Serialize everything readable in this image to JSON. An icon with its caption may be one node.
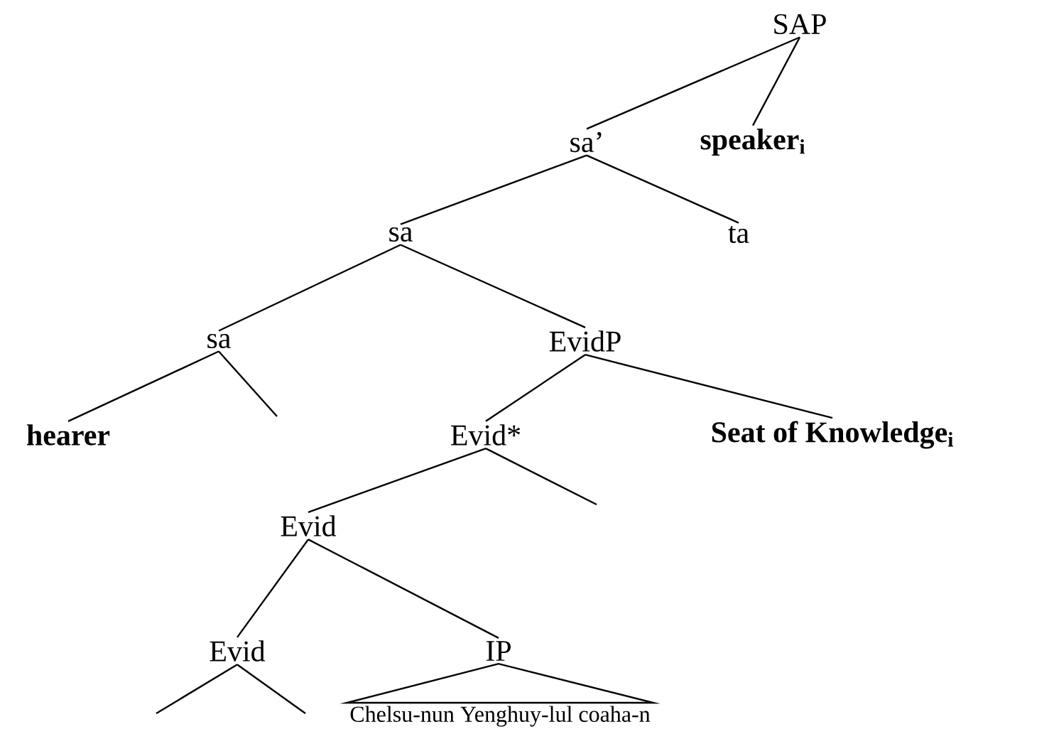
{
  "diagram": {
    "nodes": [
      {
        "text": [
          "SAP"
        ]
      },
      {
        "text": [
          "sa’"
        ]
      },
      {
        "text": [
          "speaker$_{i}$"
        ]
      },
      {
        "text": [
          "sa"
        ]
      },
      {
        "text": [
          "ta"
        ]
      },
      {
        "text": [
          "sa"
        ]
      },
      {
        "text": [
          "EvidP"
        ]
      },
      {
        "text": [
          "hearer"
        ]
      },
      {
        "text": [
          "Evid*"
        ]
      },
      {
        "text": [
          "Seat of Knowledge$_{i}$"
        ]
      },
      {
        "text": [
          "Evid"
        ]
      },
      {
        "text": [
          "Evid"
        ]
      },
      {
        "text": [
          "IP"
        ]
      },
      {
        "text": [
          "Chelsu-nun Yenghuy-lul coaha-n"
        ]
      }
    ],
    "edges": [
      {
        "from": 0,
        "to": 1,
        "arrow": "none"
      },
      {
        "from": 0,
        "to": 2,
        "arrow": "none"
      },
      {
        "from": 1,
        "to": 3,
        "arrow": "none"
      },
      {
        "from": 1,
        "to": 4,
        "arrow": "none"
      },
      {
        "from": 3,
        "to": 5,
        "arrow": "none"
      },
      {
        "from": 3,
        "to": 6,
        "arrow": "none"
      },
      {
        "from": 5,
        "to": 7,
        "arrow": "none"
      },
      {
        "from": 5,
        "to": null,
        "arrow": "none"
      },
      {
        "from": 6,
        "to": 8,
        "arrow": "none"
      },
      {
        "from": 6,
        "to": 9,
        "arrow": "none"
      },
      {
        "from": 8,
        "to": 10,
        "arrow": "none"
      },
      {
        "from": 8,
        "to": null,
        "arrow": "none"
      },
      {
        "from": 10,
        "to": 11,
        "arrow": "none"
      },
      {
        "from": 10,
        "to": 12,
        "arrow": "none"
      },
      {
        "from": 11,
        "to": null,
        "arrow": "none"
      },
      {
        "from": 11,
        "to": null,
        "arrow": "none"
      },
      {
        "from": 12,
        "to": 13,
        "arrow": "none"
      }
    ]
  }
}
